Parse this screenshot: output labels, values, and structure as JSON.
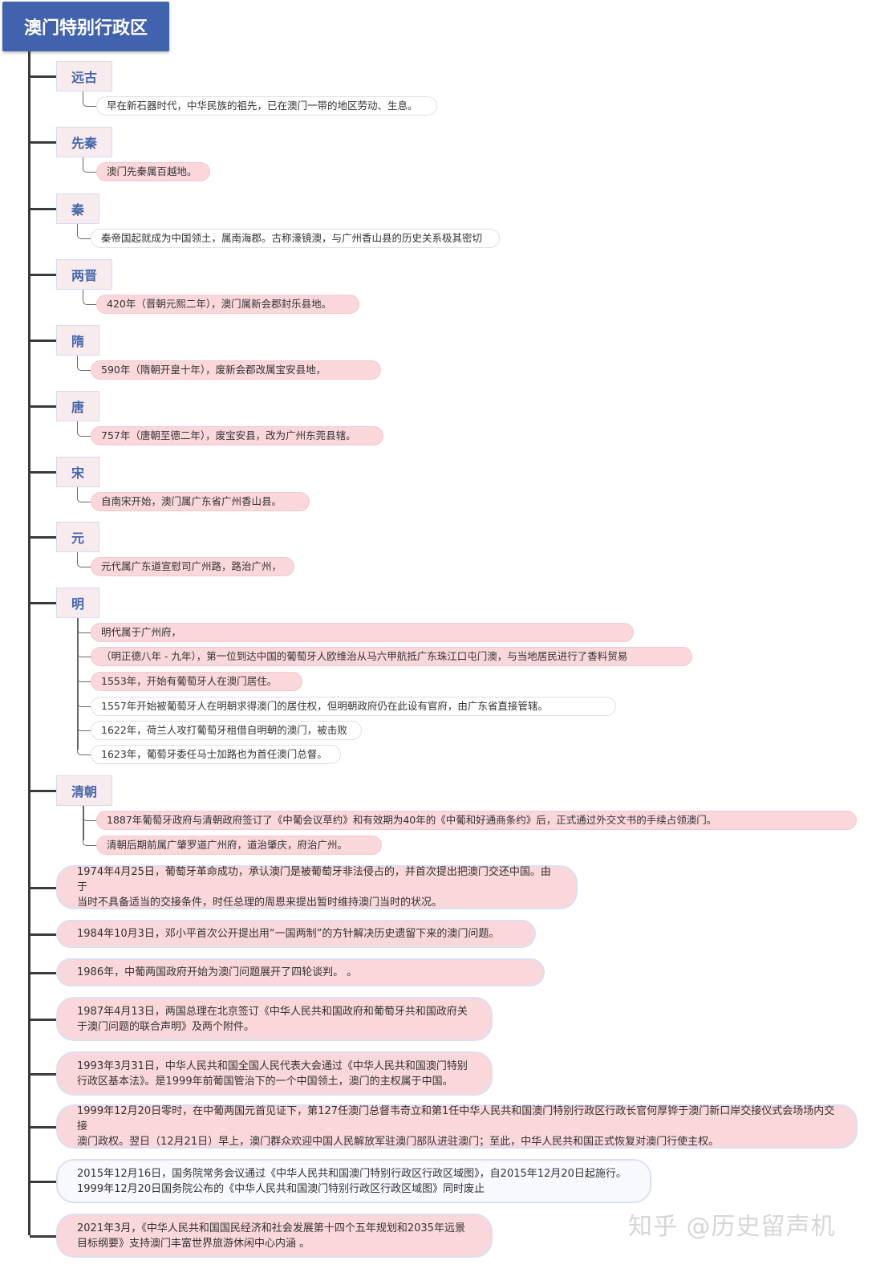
{
  "root_title": "澳门特别行政区",
  "eras": [
    {
      "label": "远古",
      "items": [
        "早在新石器时代，中华民族的祖先，已在澳门一带的地区劳动、生息。"
      ]
    },
    {
      "label": "先秦",
      "items": [
        "澳门先秦属百越地。"
      ]
    },
    {
      "label": "秦",
      "items": [
        "秦帝国起就成为中国领土，属南海郡。古称濠镜澳，与广州香山县的历史关系极其密切"
      ]
    },
    {
      "label": "两晋",
      "items": [
        "420年（晋朝元熙二年），澳门属新会郡封乐县地。"
      ]
    },
    {
      "label": "隋",
      "items": [
        "590年（隋朝开皇十年），废新会郡改属宝安县地，"
      ]
    },
    {
      "label": "唐",
      "items": [
        "757年（唐朝至德二年），废宝安县，改为广州东莞县辖。"
      ]
    },
    {
      "label": "宋",
      "items": [
        "自南宋开始，澳门属广东省广州香山县。"
      ]
    },
    {
      "label": "元",
      "items": [
        "元代属广东道宣慰司广州路，路治广州，"
      ]
    },
    {
      "label": "明",
      "items": [
        "明代属于广州府，",
        "（明正德八年 - 九年），第一位到达中国的葡萄牙人欧维治从马六甲航抵广东珠江口屯门澳，与当地居民进行了香料贸易",
        "1553年，开始有葡萄牙人在澳门居住。",
        "1557年开始被葡萄牙人在明朝求得澳门的居住权，但明朝政府仍在此设有官府，由广东省直接管辖。",
        "1622年，荷兰人攻打葡萄牙租借自明朝的澳门，被击败",
        "1623年，葡萄牙委任马士加路也为首任澳门总督。"
      ]
    },
    {
      "label": "清朝",
      "items": [
        "1887年葡萄牙政府与清朝政府签订了《中葡会议草约》和有效期为40年的《中葡和好通商条约》后，正式通过外交文书的手续占领澳门。",
        "清朝后期前属广肇罗道广州府，道治肇庆，府治广州。"
      ]
    }
  ],
  "events": [
    {
      "lines": [
        "1974年4月25日，葡萄牙革命成功，承认澳门是被葡萄牙非法侵占的，并首次提出把澳门交还中国。由于",
        "当时不具备适当的交接条件，时任总理的周恩来提出暂时维持澳门当时的状况。"
      ]
    },
    {
      "lines": [
        "1984年10月3日，邓小平首次公开提出用“一国两制”的方针解决历史遗留下来的澳门问题。"
      ]
    },
    {
      "lines": [
        "1986年，中葡两国政府开始为澳门问题展开了四轮谈判。 。"
      ]
    },
    {
      "lines": [
        "1987年4月13日，两国总理在北京签订《中华人民共和国政府和葡萄牙共和国政府关",
        "于澳门问题的联合声明》及两个附件。"
      ]
    },
    {
      "lines": [
        "1993年3月31日，中华人民共和国全国人民代表大会通过《中华人民共和国澳门特别",
        "行政区基本法》。是1999年前葡国管治下的一个中国领土，澳门的主权属于中国。"
      ]
    },
    {
      "lines": [
        "1999年12月20日零时，在中葡两国元首见证下，第127任澳门总督韦奇立和第1任中华人民共和国澳门特别行政区行政长官何厚铧于澳门新口岸交接仪式会场场内交接",
        "澳门政权。翌日（12月21日）早上，澳门群众欢迎中国人民解放军驻澳门部队进驻澳门；至此，中华人民共和国正式恢复对澳门行使主权。"
      ]
    },
    {
      "lines": [
        "2015年12月16日，国务院常务会议通过《中华人民共和国澳门特别行政区行政区域图》，自2015年12月20日起施行。",
        "1999年12月20日国务院公布的《中华人民共和国澳门特别行政区行政区域图》同时废止"
      ]
    },
    {
      "lines": [
        "2021年3月，《中华人民共和国国民经济和社会发展第十四个五年规划和2035年远景",
        "目标纲要》支持澳门丰富世界旅游休闲中心内涵 。"
      ]
    }
  ],
  "watermark": "知乎 @历史留声机"
}
